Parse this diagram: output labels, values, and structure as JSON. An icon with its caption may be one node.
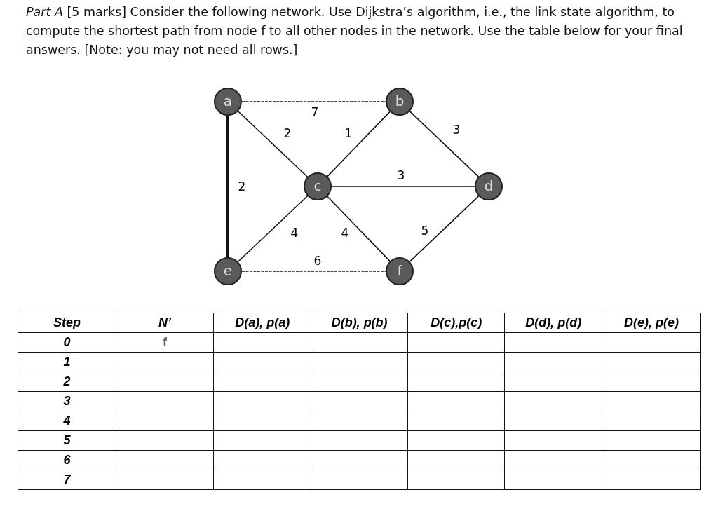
{
  "diagram": {
    "title": "*Part A* [5 marks] Consider the following network. Use Dijkstra’s algorithm, i.e., the link state algorithm, to compute the shortest path from node f to all other nodes in the network. Use the table below for your final answers. [Note: you may not need all rows.]",
    "nodes": [
      {
        "text": [
          "a"
        ]
      },
      {
        "text": [
          "b"
        ]
      },
      {
        "text": [
          "c"
        ]
      },
      {
        "text": [
          "d"
        ]
      },
      {
        "text": [
          "e"
        ]
      },
      {
        "text": [
          "f"
        ]
      }
    ],
    "edges": [
      {
        "from": 0,
        "to": 1,
        "arrow": "none",
        "label": "7",
        "style": "dashed"
      },
      {
        "from": 0,
        "to": 2,
        "arrow": "none",
        "label": "2"
      },
      {
        "from": 1,
        "to": 2,
        "arrow": "none",
        "label": "1"
      },
      {
        "from": 1,
        "to": 3,
        "arrow": "none",
        "label": "3"
      },
      {
        "from": 2,
        "to": 3,
        "arrow": "none",
        "label": "3"
      },
      {
        "from": 0,
        "to": 4,
        "arrow": "none",
        "label": "2",
        "style": "thick"
      },
      {
        "from": 2,
        "to": 4,
        "arrow": "none",
        "label": "4"
      },
      {
        "from": 2,
        "to": 5,
        "arrow": "none",
        "label": "4"
      },
      {
        "from": 3,
        "to": 5,
        "arrow": "none",
        "label": "5"
      },
      {
        "from": 4,
        "to": 5,
        "arrow": "none",
        "label": "6",
        "style": "dashed"
      }
    ],
    "labels": [
      "Step",
      "N’",
      "D(a), p(a)",
      "D(b), p(b)",
      "D(c),p(c)",
      "D(d), p(d)",
      "D(e), p(e)",
      "0",
      "f",
      "1",
      "2",
      "3",
      "4",
      "5",
      "6",
      "7"
    ]
  }
}
